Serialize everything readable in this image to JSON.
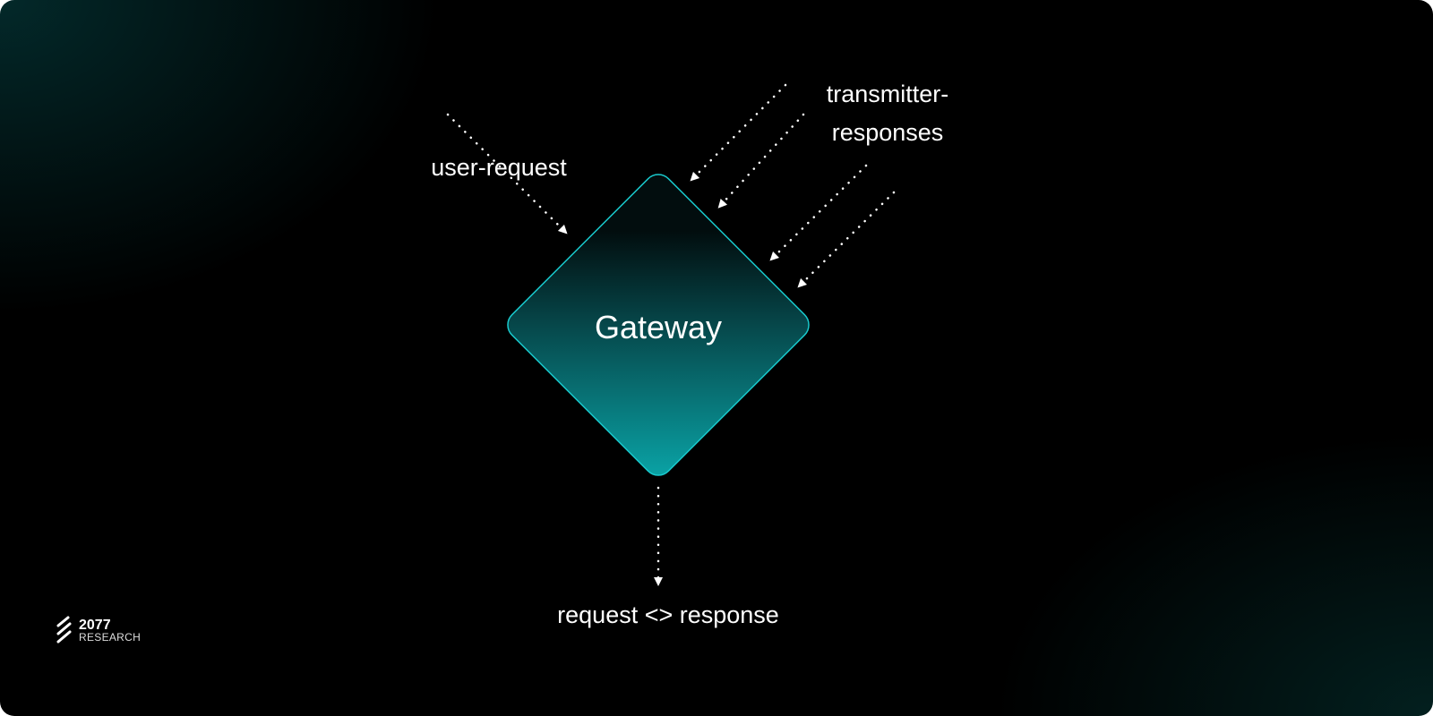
{
  "diagram": {
    "center_node": "Gateway",
    "inputs": [
      {
        "label": "user-request"
      },
      {
        "label_lines": [
          "transmitter-",
          "responses"
        ]
      }
    ],
    "output": {
      "label": "request <> response"
    }
  },
  "logo": {
    "number": "2077",
    "name": "RESEARCH"
  },
  "colors": {
    "accent": "#0aa5a8",
    "border": "#19c9cc",
    "background": "#000000",
    "text": "#ffffff"
  }
}
